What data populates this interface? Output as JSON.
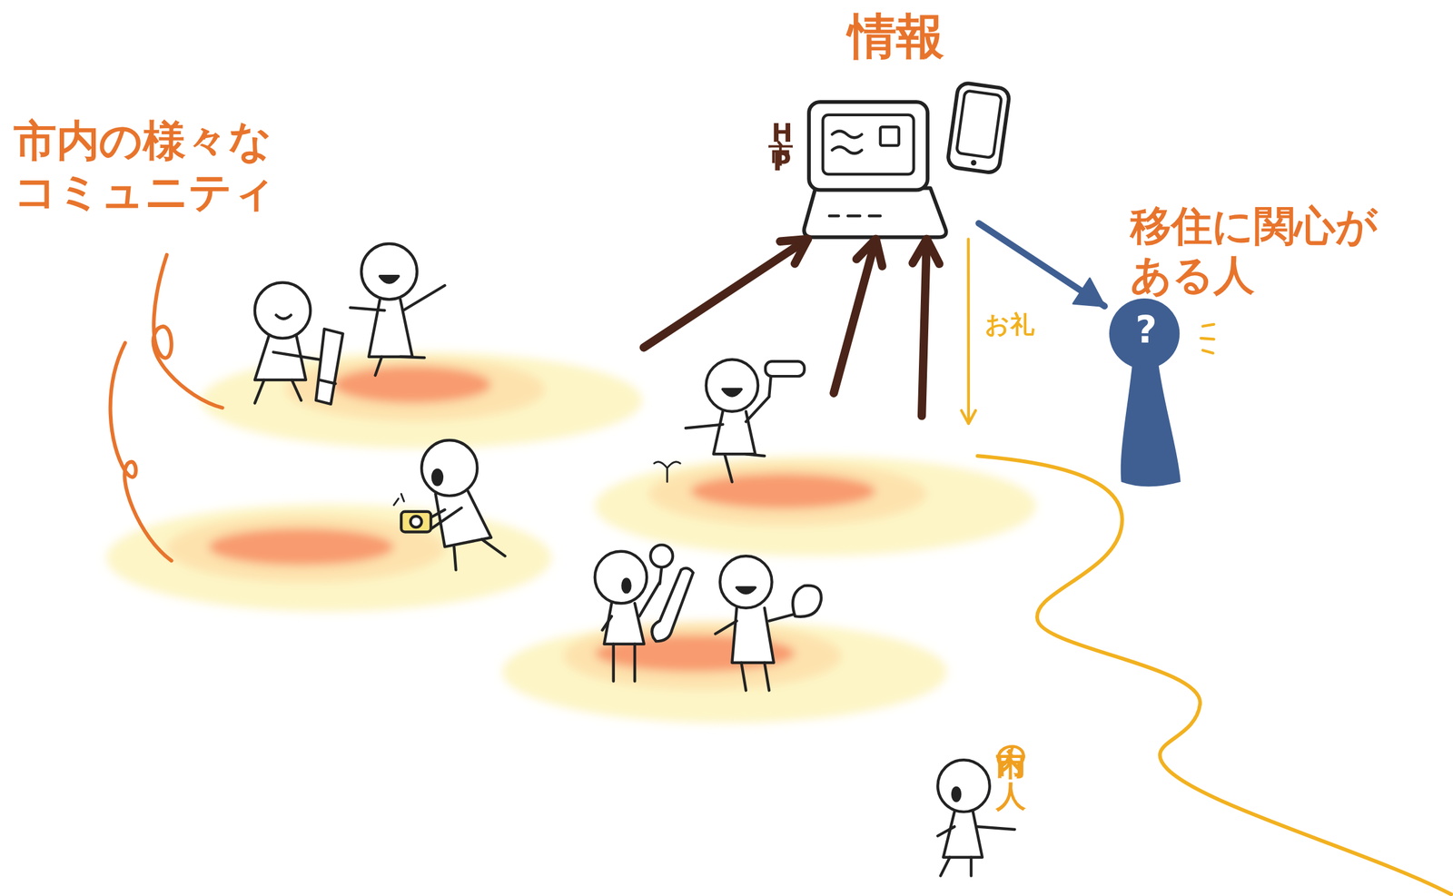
{
  "diagram": {
    "nodes": [
      {
        "text": [
          "市内の様々なコミュニティ"
        ]
      },
      {
        "text": [
          "情報",
          "市HP"
        ]
      },
      {
        "text": [
          "?",
          "移住に関心がある人"
        ]
      }
    ],
    "edges": [
      {
        "from": 0,
        "to": 1,
        "arrow": "to"
      },
      {
        "from": 0,
        "to": 1,
        "arrow": "to"
      },
      {
        "from": 0,
        "to": 1,
        "arrow": "to"
      },
      {
        "from": 1,
        "to": 2,
        "arrow": "to"
      },
      {
        "from": 1,
        "to": 0,
        "label": "お礼",
        "arrow": "to"
      }
    ],
    "labels": [
      "市内の人"
    ]
  }
}
